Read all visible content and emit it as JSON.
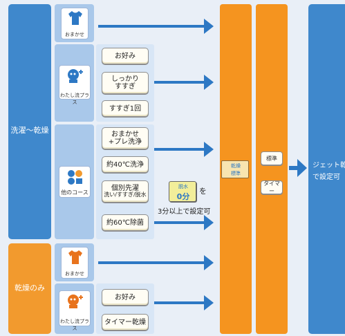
{
  "left_columns": {
    "wash_dry": "洗濯～乾燥",
    "dry_only": "乾燥のみ"
  },
  "icons": {
    "omakase_top": "おまかせ",
    "watashi_top": "わたし流プラス",
    "other_course": "他のコース",
    "omakase_bottom": "おまかせ",
    "watashi_bottom": "わたし流プラス"
  },
  "options": {
    "okonomi_top": "お好み",
    "shikkari_line1": "しっかり",
    "shikkari_line2": "すすぎ",
    "susugi_once": "すすぎ1回",
    "omakase_pre_line1": "おまかせ",
    "omakase_pre_line2": "+プレ洗浄",
    "yaku40": "約40℃洗浄",
    "kobetsu_line1": "個別先濯",
    "kobetsu_line2": "洗い/すすぎ/脱水",
    "yaku60": "約60℃除菌",
    "okonomi_bottom": "お好み",
    "timer_dry": "タイマー乾燥"
  },
  "dassui": {
    "label": "脱水",
    "value": "0分",
    "particle": "を",
    "note": "3分以上で設定可"
  },
  "dry_panel": {
    "line1": "乾燥",
    "line2": "標準"
  },
  "mode_buttons": {
    "standard": "標準",
    "timer": "タイマー"
  },
  "right_panel": {
    "line1": "ジェット乾燥",
    "line2": "で設定可"
  },
  "colors": {
    "blue": "#3f88cc",
    "orange": "#f5941f",
    "arrow": "#2d78c4",
    "panel_light": "#a9c8ea"
  },
  "icon_names": [
    "shirt-icon",
    "person-plus-icon",
    "drops-icon",
    "shirt-orange-icon",
    "person-plus-icon"
  ]
}
